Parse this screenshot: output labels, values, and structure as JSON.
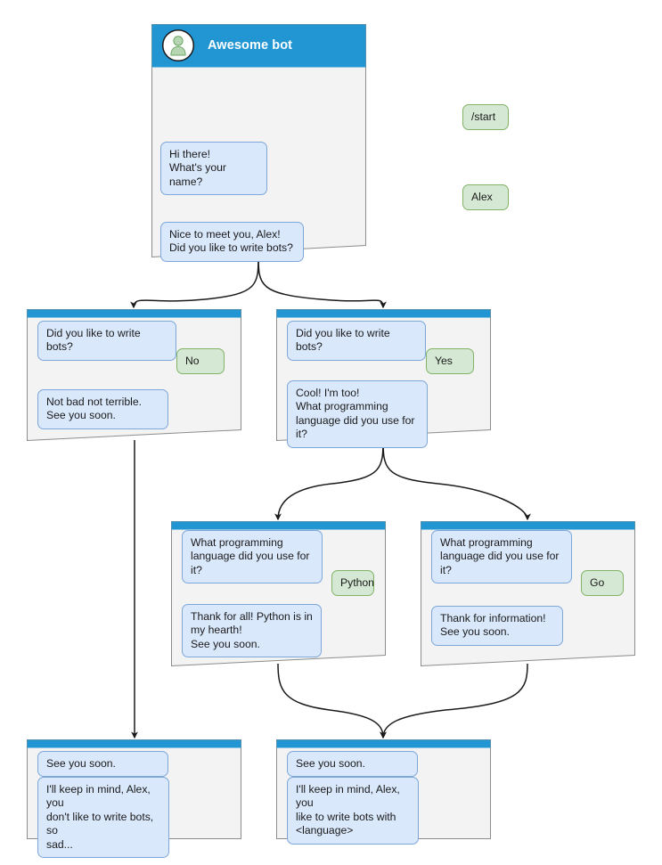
{
  "diagram": {
    "title": "Awesome bot chat flow",
    "colors": {
      "header_blue": "#2196d3",
      "screen_bg": "#f3f3f3",
      "screen_border": "#8c8c8c",
      "bot_bubble_bg": "#dae8fc",
      "bot_bubble_border": "#7ea6d9",
      "user_bubble_bg": "#d5e8d4",
      "user_bubble_border": "#82b366",
      "edge": "#1a1a1a",
      "avatar_fill": "#b5d6b0"
    }
  },
  "nodes": {
    "root": {
      "name": "awesome-bot-root-screen",
      "header_title": "Awesome bot",
      "avatar_icon": "person-avatar-icon",
      "messages": [
        {
          "from": "user",
          "text": "/start"
        },
        {
          "from": "bot",
          "text": "Hi there!\nWhat's your name?"
        },
        {
          "from": "user",
          "text": "Alex"
        },
        {
          "from": "bot",
          "text": "Nice to meet you, Alex!\nDid you like to write bots?"
        }
      ]
    },
    "no_branch": {
      "name": "did-you-like-no-screen",
      "messages": [
        {
          "from": "bot",
          "text": "Did you like to write bots?"
        },
        {
          "from": "user",
          "text": "No"
        },
        {
          "from": "bot",
          "text": "Not bad not terrible.\nSee you soon."
        }
      ]
    },
    "yes_branch": {
      "name": "did-you-like-yes-screen",
      "messages": [
        {
          "from": "bot",
          "text": "Did you like to write bots?"
        },
        {
          "from": "user",
          "text": "Yes"
        },
        {
          "from": "bot",
          "text": "Cool! I'm too!\nWhat programming\nlanguage did you use for it?"
        }
      ]
    },
    "python_branch": {
      "name": "language-python-screen",
      "messages": [
        {
          "from": "bot",
          "text": "What programming\nlanguage did you use for it?"
        },
        {
          "from": "user",
          "text": "Python"
        },
        {
          "from": "bot",
          "text": "Thank for all! Python is in\nmy hearth!\nSee you soon."
        }
      ]
    },
    "go_branch": {
      "name": "language-go-screen",
      "messages": [
        {
          "from": "bot",
          "text": "What programming\nlanguage did you use for it?"
        },
        {
          "from": "user",
          "text": "Go"
        },
        {
          "from": "bot",
          "text": "Thank for information!\nSee you soon."
        }
      ]
    },
    "end_sad": {
      "name": "end-sad-screen",
      "messages": [
        {
          "from": "bot",
          "text": "See you soon."
        },
        {
          "from": "bot",
          "text": "I'll keep in mind, Alex, you\ndon't like to write bots, so\nsad..."
        }
      ]
    },
    "end_happy": {
      "name": "end-happy-screen",
      "messages": [
        {
          "from": "bot",
          "text": "See you soon."
        },
        {
          "from": "bot",
          "text": "I'll keep in mind, Alex, you\nlike to write bots with\n<language>"
        }
      ]
    }
  }
}
